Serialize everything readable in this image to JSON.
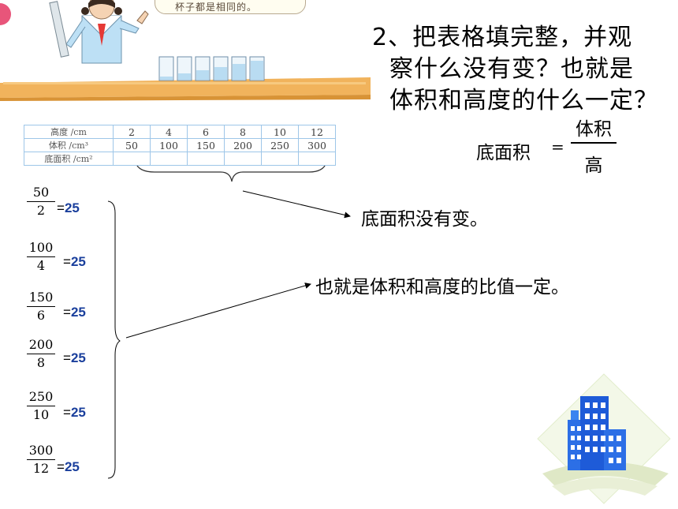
{
  "speech_bubble": "杯子都是相同的。",
  "table": {
    "rows": [
      {
        "header": "高度 /cm",
        "cells": [
          "2",
          "4",
          "6",
          "8",
          "10",
          "12"
        ]
      },
      {
        "header": "体积 /cm³",
        "cells": [
          "50",
          "100",
          "150",
          "200",
          "250",
          "300"
        ]
      },
      {
        "header": "底面积 /cm²",
        "cells": [
          "",
          "",
          "",
          "",
          "",
          ""
        ]
      }
    ]
  },
  "question": {
    "line1": "2、把表格填完整，并观",
    "line2": "察什么没有变？也就是",
    "line3": "体积和高度的什么一定？"
  },
  "formula": {
    "lhs": "底面积",
    "eq": "=",
    "numerator": "体积",
    "denominator": "高"
  },
  "annotations": {
    "unchanged": "底面积没有变。",
    "ratio": "也就是体积和高度的比值一定。"
  },
  "fractions": [
    {
      "num": "50",
      "den": "2",
      "eq": "=",
      "val": "25"
    },
    {
      "num": "100",
      "den": "4",
      "eq": "=",
      "val": "25"
    },
    {
      "num": "150",
      "den": "6",
      "eq": "=",
      "val": "25"
    },
    {
      "num": "200",
      "den": "8",
      "eq": "=",
      "val": "25"
    },
    {
      "num": "250",
      "den": "10",
      "eq": "=",
      "val": "25"
    },
    {
      "num": "300",
      "den": "12",
      "eq": "=",
      "val": "25"
    }
  ],
  "colors": {
    "accent": "#1a3f9c",
    "table_border": "#9ec6e8",
    "table_top": "#f0b45a"
  }
}
